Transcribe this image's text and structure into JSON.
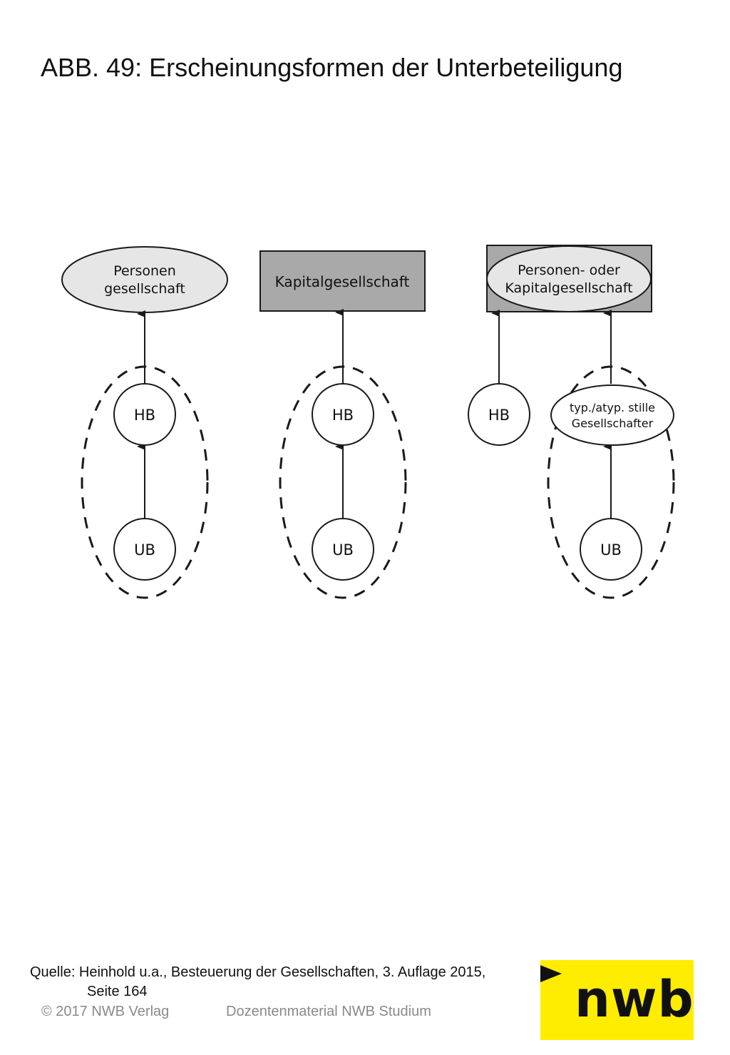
{
  "title": "ABB. 49: Erscheinungsformen der Unterbeteiligung",
  "colors": {
    "box_fill": "#a9a9a9",
    "ellipse_fill": "#e6e6e6",
    "line": "#1a1a1a",
    "logo_bg": "#ffed00"
  },
  "diagram": {
    "col1": {
      "top_line1": "Personen",
      "top_line2": "gesellschaft",
      "hb": "HB",
      "ub": "UB"
    },
    "col2": {
      "top": "Kapitalgesellschaft",
      "hb": "HB",
      "ub": "UB"
    },
    "col3": {
      "top_line1": "Personen- oder",
      "top_line2": "Kapitalgesellschaft",
      "hb": "HB",
      "stille_line1": "typ./atyp. stille",
      "stille_line2": "Gesellschafter",
      "ub": "UB"
    }
  },
  "source": {
    "line1": "Quelle: Heinhold u.a., Besteuerung der Gesellschaften, 3. Auflage 2015,",
    "line2": "Seite 164"
  },
  "footer": {
    "copyright": "© 2017 NWB Verlag",
    "material": "Dozentenmaterial NWB Studium"
  },
  "logo": {
    "text": "nwb",
    "arrow_icon": "arrow-right-icon"
  }
}
